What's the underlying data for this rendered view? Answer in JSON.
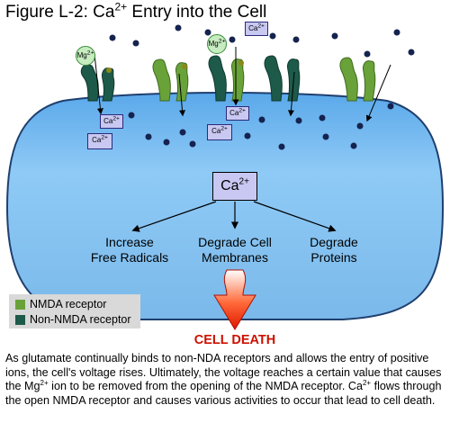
{
  "figure": {
    "title_prefix": "Figure L-2: Ca",
    "title_sup": "2+",
    "title_suffix": " Entry into the Cell"
  },
  "ions": {
    "ca_label": "Ca",
    "ca_charge": "2+",
    "mg_label": "Mg",
    "mg_charge": "2+"
  },
  "outcomes": [
    {
      "line1": "Increase",
      "line2": "Free Radicals"
    },
    {
      "line1": "Degrade Cell",
      "line2": "Membranes"
    },
    {
      "line1": "Degrade",
      "line2": "Proteins"
    }
  ],
  "death_label": "CELL DEATH",
  "legend": [
    {
      "label": "NMDA receptor",
      "color": "#6aa23a"
    },
    {
      "label": "Non-NMDA receptor",
      "color": "#1d5a4a"
    }
  ],
  "caption": {
    "part1": "As glutamate continually binds to non-NDA receptors and allows the entry of positive ions, the cell's voltage rises.  Ultimately, the voltage reaches a certain value that causes the Mg",
    "sup1": "2+",
    "part2": " ion to be removed from the opening of the NMDA receptor.  Ca",
    "sup2": "2+",
    "part3": " flows through the open NMDA receptor and causes various activities to occur that lead to cell death."
  },
  "colors": {
    "cell_fill": "#7fbff0",
    "cell_stroke": "#1f3f6f",
    "nmda": "#6aa23a",
    "non_nmda": "#1d5a4a",
    "ion_dot": "#15234f",
    "arrow_red": "#e02000"
  }
}
